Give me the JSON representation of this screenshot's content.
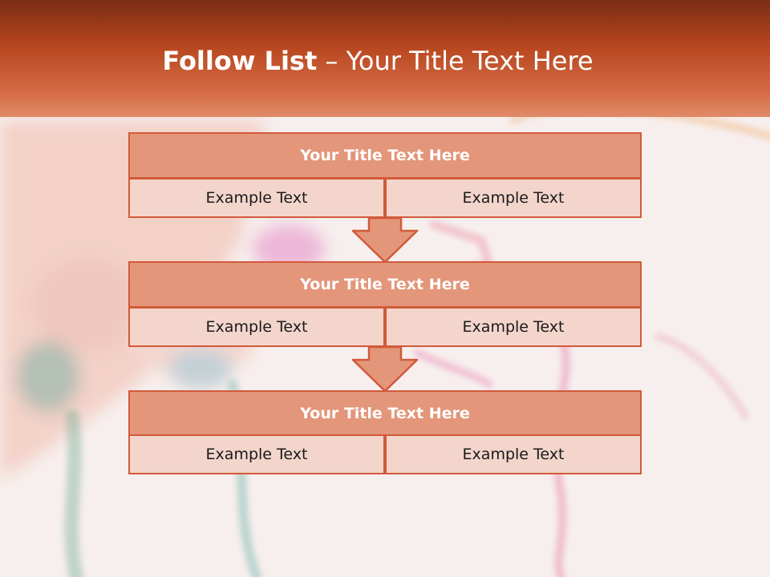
{
  "title": {
    "bold": "Follow List",
    "rest": " – Your Title Text Here"
  },
  "blocks": [
    {
      "title": "Your Title Text Here",
      "left": "Example Text",
      "right": "Example Text"
    },
    {
      "title": "Your Title Text Here",
      "left": "Example Text",
      "right": "Example Text"
    },
    {
      "title": "Your Title Text Here",
      "left": "Example Text",
      "right": "Example Text"
    }
  ],
  "colors": {
    "accent": "#d15a3a",
    "title_fill": "#e3967a",
    "cell_fill": "#f3d5cc",
    "header_dark": "#7a2c15",
    "header_light": "#e08a68"
  },
  "icons": {
    "connector": "down-arrow-icon"
  }
}
